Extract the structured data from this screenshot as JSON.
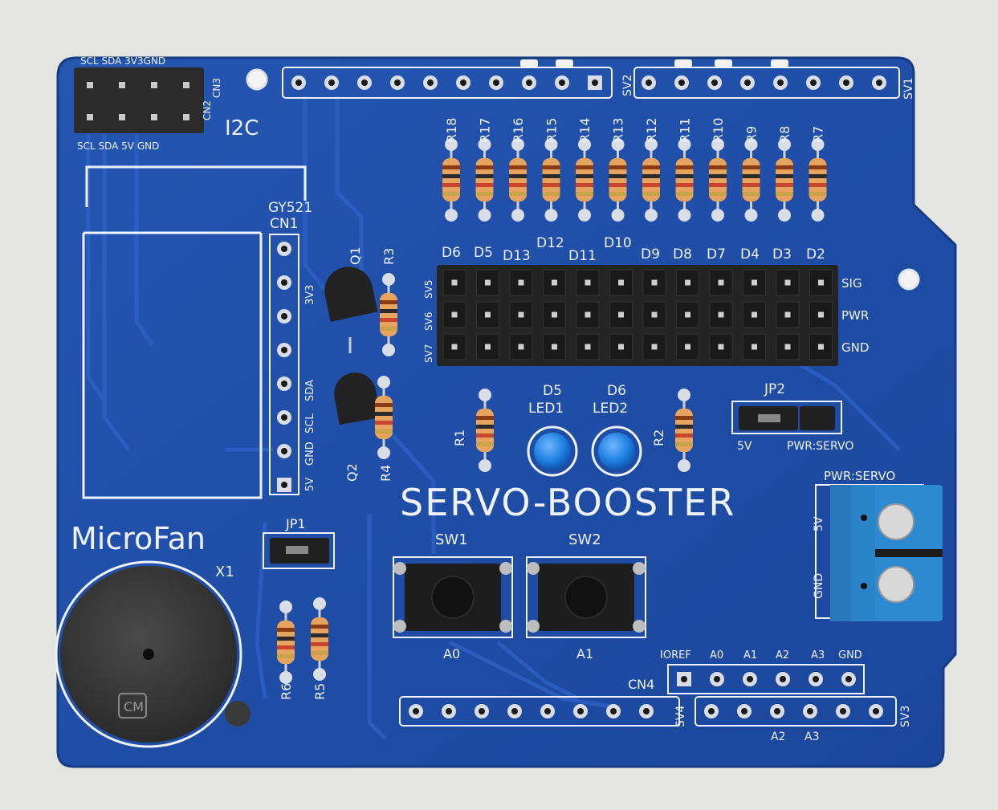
{
  "board": {
    "colors": {
      "pcb": "#1f4fa8",
      "pcb_dark": "#173f8c",
      "trace": "#2a5cc0",
      "silk": "#eef2fb",
      "background": "#e4e4e2"
    },
    "title": "SERVO-BOOSTER",
    "brand": "MicroFan",
    "i2c": {
      "label": "I2C",
      "top_pins": "SCL SDA 3V3GND",
      "bottom_pins": "SCL SDA 5V  GND",
      "side": [
        "CN2",
        "CN3"
      ]
    },
    "headers_top": [
      "SV2",
      "SV1"
    ],
    "header_cn1": {
      "title": "GY521",
      "name": "CN1",
      "pins": [
        "3V3",
        "SDA",
        "SCL",
        "GND",
        "5V"
      ]
    },
    "transistors": [
      "Q1",
      "Q2"
    ],
    "small_resistors": [
      "R3",
      "R4",
      "R1",
      "R2",
      "R6",
      "R5"
    ],
    "resistor_row": [
      "R18",
      "R17",
      "R16",
      "R15",
      "R14",
      "R13",
      "R12",
      "R11",
      "R10",
      "R9",
      "R8",
      "R7"
    ],
    "digital_labels": [
      "D6",
      "D5",
      "D13",
      "D12",
      "D11",
      "D10",
      "D9",
      "D8",
      "D7",
      "D4",
      "D3",
      "D2"
    ],
    "servo_rows": [
      {
        "name": "SV5",
        "label": "SIG"
      },
      {
        "name": "SV6",
        "label": "PWR"
      },
      {
        "name": "SV7",
        "label": "GND"
      }
    ],
    "leds": [
      {
        "pin": "D5",
        "name": "LED1"
      },
      {
        "pin": "D6",
        "name": "LED2"
      }
    ],
    "jumpers": {
      "jp2": {
        "name": "JP2",
        "left": "5V",
        "right": "PWR:SERVO"
      },
      "jp1": {
        "name": "JP1"
      }
    },
    "terminal": {
      "title": "PWR:SERVO",
      "top": "5V",
      "bottom": "GND"
    },
    "buzzer": {
      "name": "X1",
      "marking": "CM"
    },
    "switches": [
      {
        "name": "SW1",
        "pin": "A0"
      },
      {
        "name": "SW2",
        "pin": "A1"
      }
    ],
    "cn4": {
      "name": "CN4",
      "pins": [
        "IOREF",
        "A0",
        "A1",
        "A2",
        "A3",
        "GND"
      ]
    },
    "bottom_headers": [
      "SV4",
      "SV3"
    ],
    "bottom_labels": [
      "A2",
      "A3"
    ]
  }
}
